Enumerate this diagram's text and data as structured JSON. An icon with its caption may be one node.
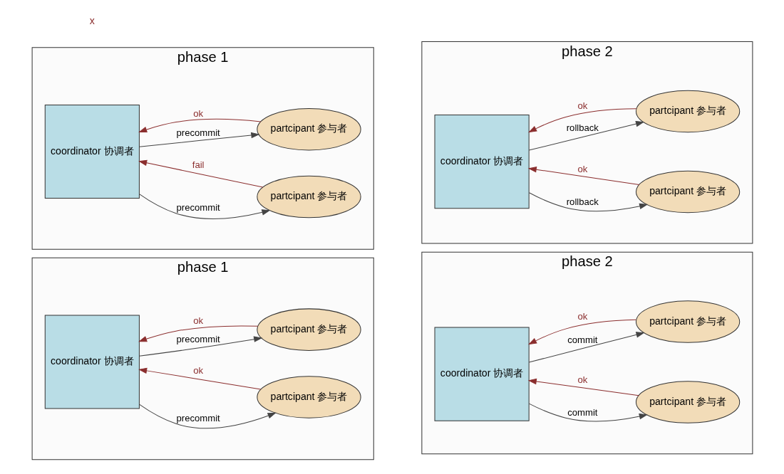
{
  "diagram": {
    "nodes": [
      {
        "text": [
          "phase 1"
        ]
      },
      {
        "text": [
          "coordinator 协调者"
        ],
        "in": 0
      },
      {
        "text": [
          "partcipant 参与者"
        ],
        "in": 0
      },
      {
        "text": [
          "partcipant 参与者"
        ],
        "in": 0
      },
      {
        "text": [
          "phase 2"
        ]
      },
      {
        "text": [
          "coordinator 协调者"
        ],
        "in": 4
      },
      {
        "text": [
          "partcipant 参与者"
        ],
        "in": 4
      },
      {
        "text": [
          "partcipant 参与者"
        ],
        "in": 4
      },
      {
        "text": [
          "phase 1"
        ]
      },
      {
        "text": [
          "coordinator 协调者"
        ],
        "in": 8
      },
      {
        "text": [
          "partcipant 参与者"
        ],
        "in": 8
      },
      {
        "text": [
          "partcipant 参与者"
        ],
        "in": 8
      },
      {
        "text": [
          "phase 2"
        ]
      },
      {
        "text": [
          "coordinator 协调者"
        ],
        "in": 12
      },
      {
        "text": [
          "partcipant 参与者"
        ],
        "in": 12
      },
      {
        "text": [
          "partcipant 参与者"
        ],
        "in": 12
      }
    ],
    "edges": [
      {
        "from": 1,
        "to": 2,
        "arrow": "to",
        "label": "precommit"
      },
      {
        "from": 2,
        "to": 1,
        "arrow": "to",
        "label": "ok",
        "color": "#8b2e2e"
      },
      {
        "from": 1,
        "to": 3,
        "arrow": "to",
        "label": "precommit"
      },
      {
        "from": 3,
        "to": 1,
        "arrow": "to",
        "label": "ok",
        "color": "#8b2e2e"
      },
      {
        "from": 5,
        "to": 6,
        "arrow": "to",
        "label": "commit"
      },
      {
        "from": 6,
        "to": 5,
        "arrow": "to",
        "label": "ok",
        "color": "#8b2e2e"
      },
      {
        "from": 5,
        "to": 7,
        "arrow": "to",
        "label": "commit"
      },
      {
        "from": 7,
        "to": 5,
        "arrow": "to",
        "label": "ok",
        "color": "#8b2e2e"
      },
      {
        "from": 9,
        "to": 10,
        "arrow": "to",
        "label": "precommit"
      },
      {
        "from": 10,
        "to": 9,
        "arrow": "to",
        "label": "ok",
        "color": "#8b2e2e"
      },
      {
        "from": 9,
        "to": 11,
        "arrow": "to",
        "label": "precommit"
      },
      {
        "from": 11,
        "to": 9,
        "arrow": "to",
        "label": "fail",
        "color": "#8b2e2e"
      },
      {
        "from": 13,
        "to": 14,
        "arrow": "to",
        "label": "rollback"
      },
      {
        "from": 14,
        "to": 13,
        "arrow": "to",
        "label": "ok",
        "color": "#8b2e2e"
      },
      {
        "from": 13,
        "to": 15,
        "arrow": "to",
        "label": "rollback"
      },
      {
        "from": 15,
        "to": 13,
        "arrow": "to",
        "label": "ok",
        "color": "#8b2e2e"
      }
    ],
    "labels": [
      "x"
    ]
  }
}
